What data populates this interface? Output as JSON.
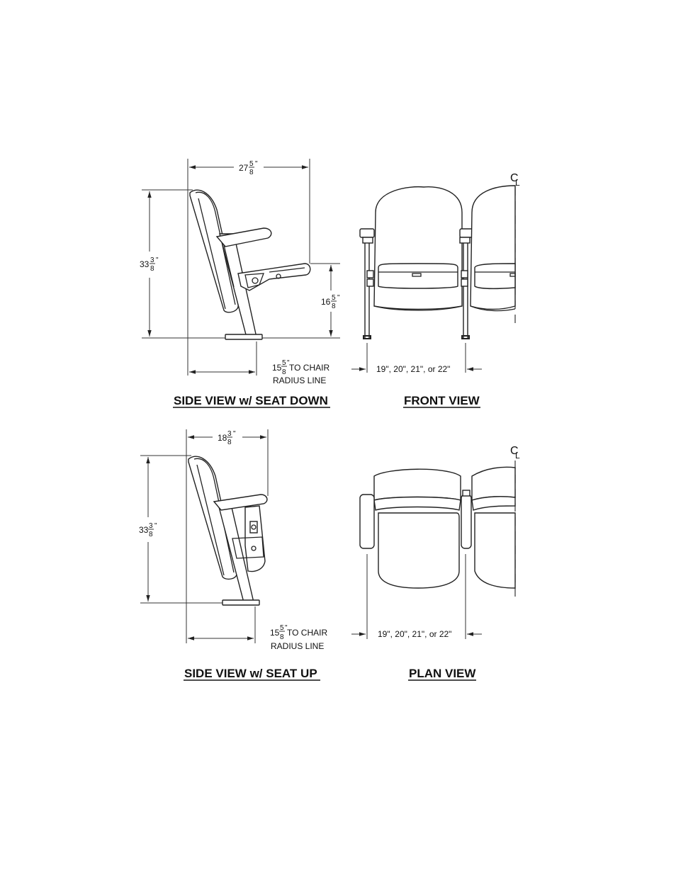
{
  "side_view_seat_down": {
    "title": "SIDE VIEW w/ SEAT DOWN",
    "width_dim": {
      "whole": "27",
      "num": "5",
      "den": "8",
      "mark": "\""
    },
    "height_dim": {
      "whole": "33",
      "num": "3",
      "den": "8",
      "mark": "\""
    },
    "seat_height_dim": {
      "whole": "16",
      "num": "5",
      "den": "8",
      "mark": "\""
    },
    "radius_dim": {
      "whole": "15",
      "num": "5",
      "den": "8",
      "mark": "\"",
      "line1": " TO CHAIR",
      "line2": "RADIUS LINE"
    }
  },
  "front_view": {
    "title": "FRONT VIEW",
    "width_label": "19\", 20\", 21\", or 22\"",
    "centerline": "C",
    "centerline_sub": "L"
  },
  "side_view_seat_up": {
    "title": "SIDE VIEW w/ SEAT UP",
    "width_dim": {
      "whole": "18",
      "num": "3",
      "den": "8",
      "mark": "\""
    },
    "height_dim": {
      "whole": "33",
      "num": "3",
      "den": "8",
      "mark": "\""
    },
    "radius_dim": {
      "whole": "15",
      "num": "5",
      "den": "8",
      "mark": "\"",
      "line1": " TO CHAIR",
      "line2": "RADIUS LINE"
    }
  },
  "plan_view": {
    "title": "PLAN VIEW",
    "width_label": "19\", 20\", 21\", or 22\"",
    "centerline": "C",
    "centerline_sub": "L"
  }
}
